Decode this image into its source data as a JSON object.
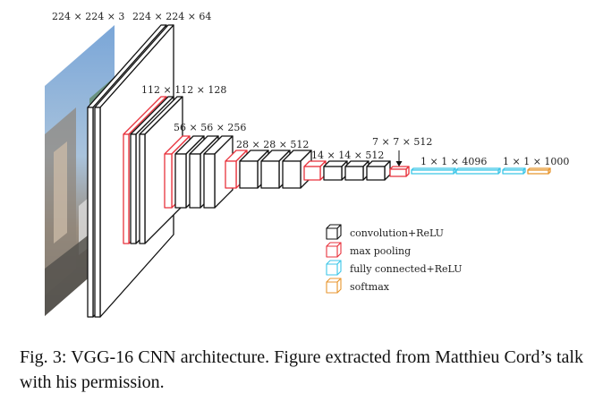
{
  "diagram": {
    "input_label": "224 × 224 × 3",
    "conv1_label": "224 × 224 × 64",
    "conv2_label": "112 × 112 × 128",
    "conv3_label": "56 × 56 × 256",
    "conv4_label": "28 × 28 × 512",
    "conv5_label": "14 × 14 × 512",
    "pool5_label": "7 × 7 × 512",
    "fc_label": "1 × 1 × 4096",
    "softmax_label": "1 × 1 × 1000",
    "colors": {
      "conv": "#111111",
      "pool": "#e8323c",
      "fc": "#3cc6e8",
      "softmax": "#e8962f"
    }
  },
  "legend": {
    "items": [
      {
        "label": "convolution+ReLU",
        "color": "#111111"
      },
      {
        "label": "max pooling",
        "color": "#e8323c"
      },
      {
        "label": "fully connected+ReLU",
        "color": "#3cc6e8"
      },
      {
        "label": "softmax",
        "color": "#e8962f"
      }
    ]
  },
  "caption": {
    "text": "Fig. 3: VGG-16 CNN architecture. Figure extracted from Matthieu Cord’s talk with his permission."
  }
}
